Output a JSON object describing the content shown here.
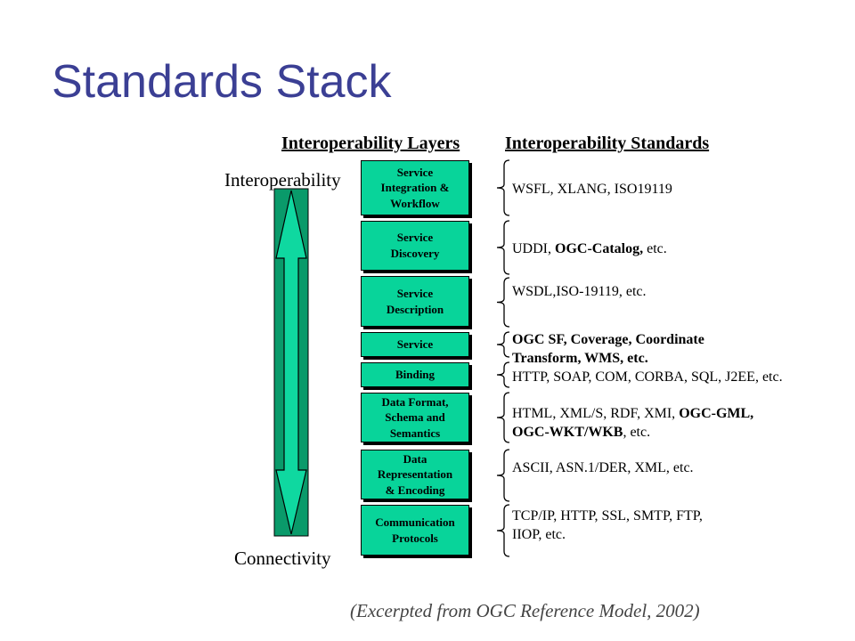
{
  "title": "Standards Stack",
  "headers": {
    "layers": "Interoperability Layers",
    "standards": "Interoperability Standards"
  },
  "axis": {
    "top": "Interoperability",
    "bottom": "Connectivity"
  },
  "layers": [
    {
      "label": "Service\nIntegration &\nWorkflow",
      "standards": [
        {
          "t": "WSFL, XLANG, ISO19119",
          "b": false
        }
      ]
    },
    {
      "label": "Service\nDiscovery",
      "standards": [
        {
          "t": "UDDI, ",
          "b": false
        },
        {
          "t": "OGC-Catalog,",
          "b": true
        },
        {
          "t": " etc.",
          "b": false
        }
      ]
    },
    {
      "label": "Service\nDescription",
      "standards": [
        {
          "t": "WSDL,ISO-19119, etc.",
          "b": false
        }
      ]
    },
    {
      "label": "Service",
      "standards": [
        {
          "t": "OGC SF, Coverage, Coordinate\nTransform, WMS, etc.",
          "b": true
        }
      ]
    },
    {
      "label": "Binding",
      "standards": [
        {
          "t": "HTTP, SOAP, COM, CORBA, SQL, J2EE, etc.",
          "b": false
        }
      ]
    },
    {
      "label": "Data Format,\nSchema and\nSemantics",
      "standards": [
        {
          "t": "HTML, XML/S, RDF, XMI,  ",
          "b": false
        },
        {
          "t": "OGC-GML,",
          "b": true
        },
        {
          "t": "\n",
          "b": false
        },
        {
          "t": "OGC-WKT/WKB",
          "b": true
        },
        {
          "t": ", etc.",
          "b": false
        }
      ]
    },
    {
      "label": "Data\nRepresentation\n& Encoding",
      "standards": [
        {
          "t": "ASCII, ASN.1/DER, XML, etc.",
          "b": false
        }
      ]
    },
    {
      "label": "Communication\nProtocols",
      "standards": [
        {
          "t": "TCP/IP, HTTP, SSL, SMTP, FTP,\nIIOP, etc.",
          "b": false
        }
      ]
    }
  ],
  "caption": "(Excerpted from OGC Reference Model, 2002)",
  "colors": {
    "title": "#3b3f94",
    "layer_fill": "#08d49a",
    "arrow_fill": "#0fd8a0",
    "arrow_dark": "#0a9a6a"
  }
}
